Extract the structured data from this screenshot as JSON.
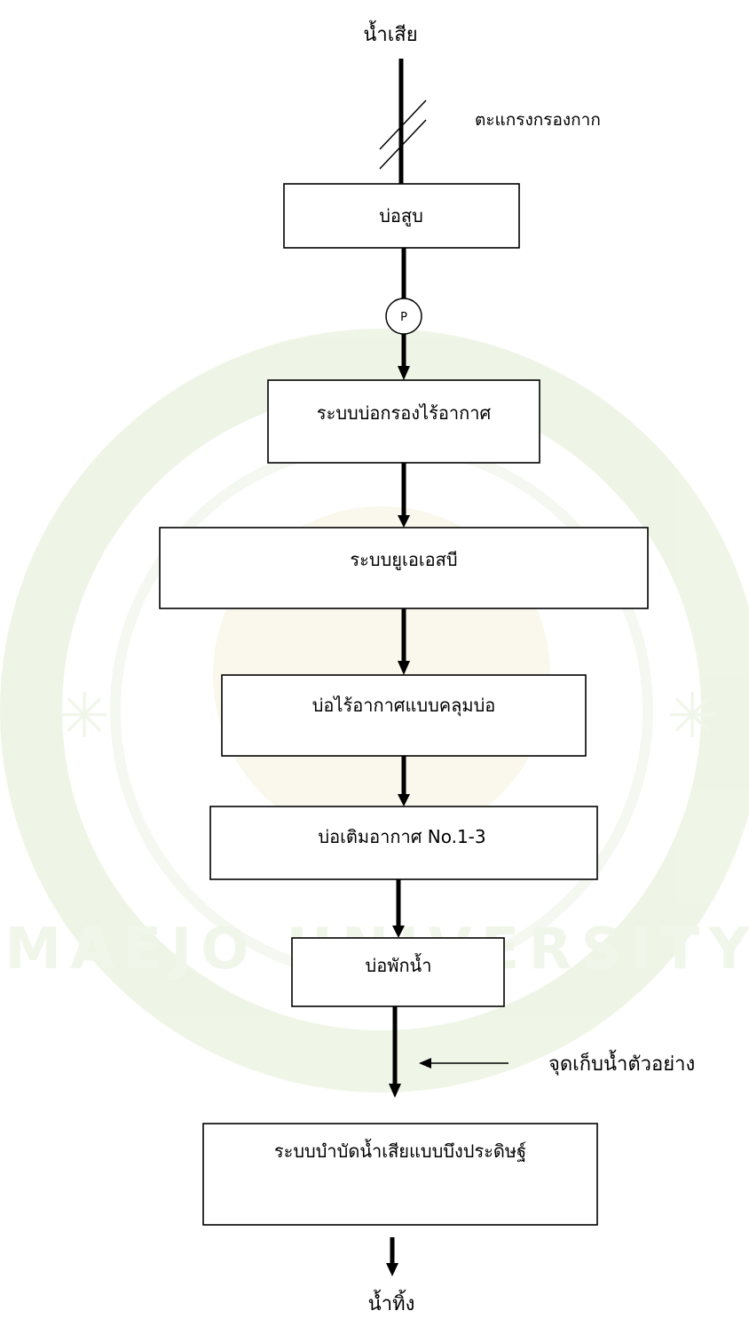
{
  "input_label": "น้ำเสีย",
  "output_label": "น้ำทิ้ง",
  "screen_label": "ตะแกรงกรองกาก",
  "pump_label": "P",
  "sampling_label": "จุดเก็บน้ำตัวอย่าง",
  "steps": [
    {
      "label": "บ่อสูบ"
    },
    {
      "label": "ระบบบ่อกรองไร้อากาศ"
    },
    {
      "label": "ระบบยูเอเอสบี"
    },
    {
      "label": "บ่อไร้อากาศแบบคลุมบ่อ"
    },
    {
      "label": "บ่อเติมอากาศ No.1-3"
    },
    {
      "label": "บ่อพักน้ำ"
    },
    {
      "label": "ระบบบำบัดน้ำเสียแบบบึงประดิษฐ์"
    }
  ],
  "watermark": {
    "color": "#e8f0dc",
    "accent": "#f5e6b8",
    "text": "MAEJO UNIVERSITY"
  }
}
